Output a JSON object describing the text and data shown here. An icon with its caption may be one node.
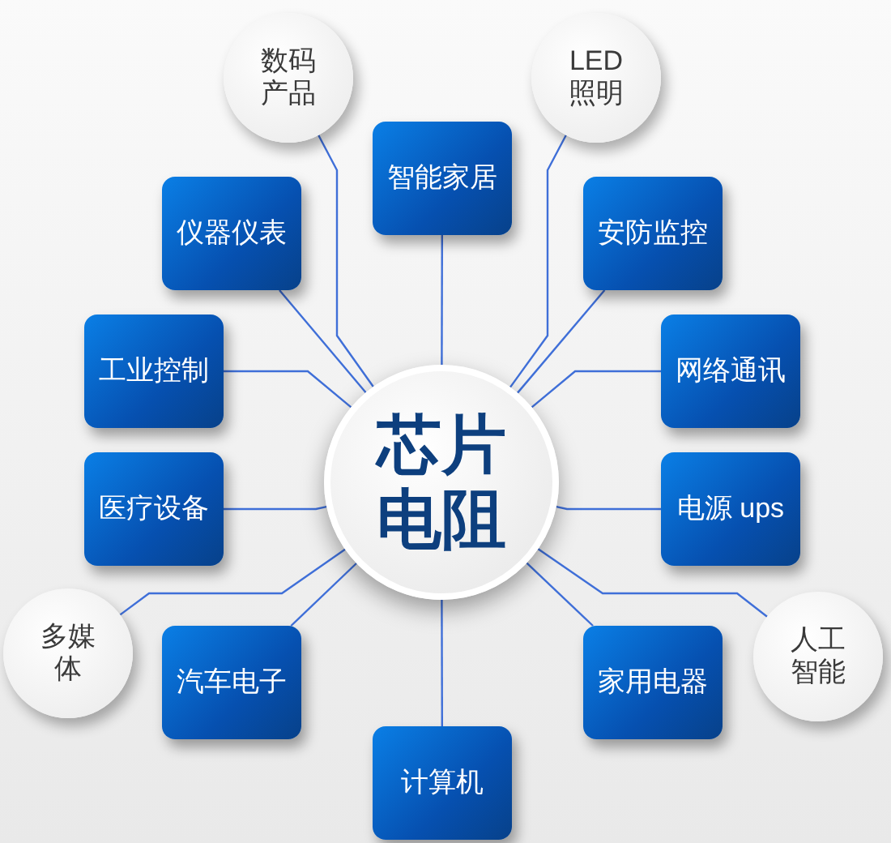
{
  "diagram": {
    "nodes": [
      {
        "text": [
          "芯片电阻"
        ]
      },
      {
        "text": [
          "数码产品"
        ]
      },
      {
        "text": [
          "LED 照明"
        ]
      },
      {
        "text": [
          "智能家居"
        ]
      },
      {
        "text": [
          "仪器仪表"
        ]
      },
      {
        "text": [
          "安防监控"
        ]
      },
      {
        "text": [
          "工业控制"
        ]
      },
      {
        "text": [
          "网络通讯"
        ]
      },
      {
        "text": [
          "医疗设备"
        ]
      },
      {
        "text": [
          "电源 ups"
        ]
      },
      {
        "text": [
          "多媒体"
        ]
      },
      {
        "text": [
          "汽车电子"
        ]
      },
      {
        "text": [
          "家用电器"
        ]
      },
      {
        "text": [
          "人工智能"
        ]
      },
      {
        "text": [
          "计算机"
        ]
      }
    ],
    "edges": [
      {
        "from": 0,
        "to": 1,
        "arrow": "none"
      },
      {
        "from": 0,
        "to": 2,
        "arrow": "none"
      },
      {
        "from": 0,
        "to": 3,
        "arrow": "none"
      },
      {
        "from": 0,
        "to": 4,
        "arrow": "none"
      },
      {
        "from": 0,
        "to": 5,
        "arrow": "none"
      },
      {
        "from": 0,
        "to": 6,
        "arrow": "none"
      },
      {
        "from": 0,
        "to": 7,
        "arrow": "none"
      },
      {
        "from": 0,
        "to": 8,
        "arrow": "none"
      },
      {
        "from": 0,
        "to": 9,
        "arrow": "none"
      },
      {
        "from": 0,
        "to": 10,
        "arrow": "none"
      },
      {
        "from": 0,
        "to": 11,
        "arrow": "none"
      },
      {
        "from": 0,
        "to": 12,
        "arrow": "none"
      },
      {
        "from": 0,
        "to": 13,
        "arrow": "none"
      },
      {
        "from": 0,
        "to": 14,
        "arrow": "none"
      }
    ]
  }
}
